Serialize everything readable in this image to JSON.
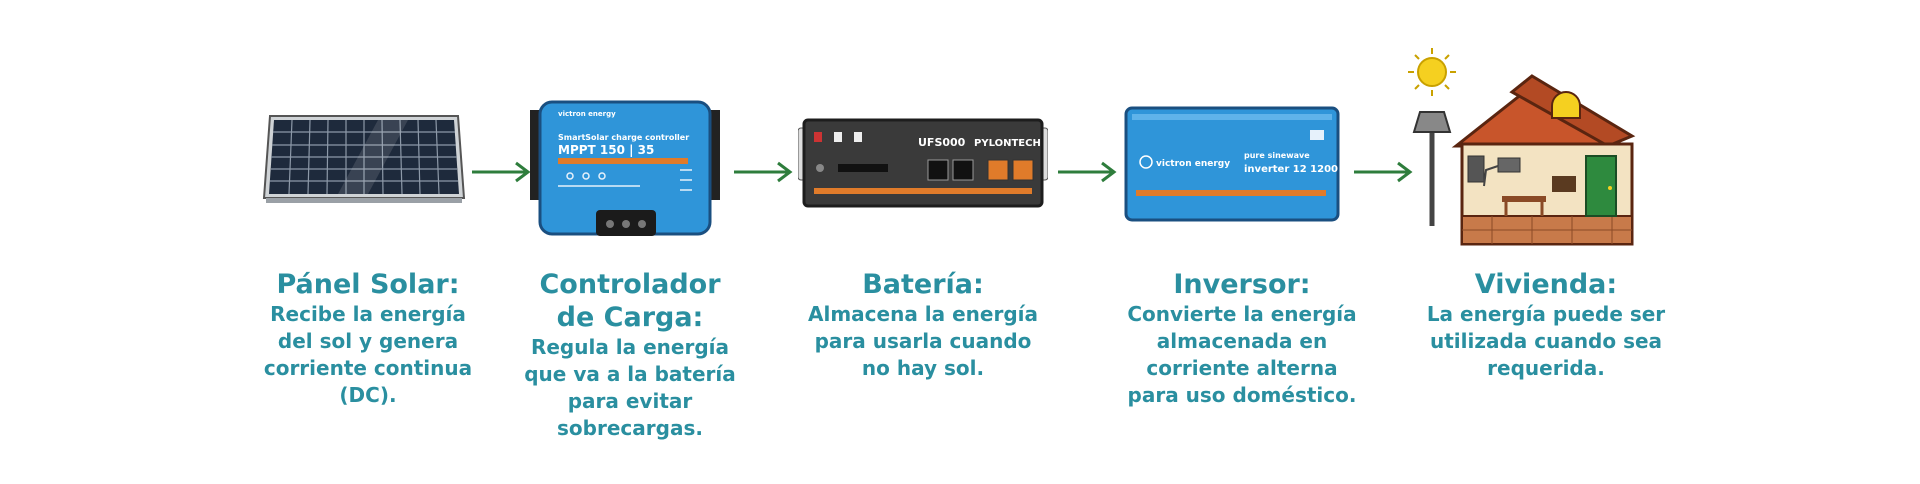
{
  "colors": {
    "caption_text": "#2a8fa0",
    "arrow": "#2e7d3c",
    "device_blue": "#2f95d9",
    "battery_body": "#3a3a3a",
    "accent_orange": "#e07b2a"
  },
  "steps": [
    {
      "title": "Pánel Solar:",
      "description": [
        "Recibe la energía",
        "del sol y genera",
        "corriente continua",
        "(DC)."
      ]
    },
    {
      "title_lines": [
        "Controlador",
        "de Carga:"
      ],
      "description": [
        "Regula la energía",
        "que va a la batería",
        "para evitar",
        "sobrecargas."
      ],
      "device_labels": {
        "brand": "victron energy",
        "model_line1": "SmartSolar charge controller",
        "model_line2": "MPPT 150 | 35"
      }
    },
    {
      "title": "Batería:",
      "description": [
        "Almacena la energía",
        "para usarla cuando",
        "no hay sol."
      ],
      "device_labels": {
        "model": "UFS000",
        "brand": "PYLONTECH"
      }
    },
    {
      "title": "Inversor:",
      "description": [
        "Convierte la energía",
        "almacenada en",
        "corriente alterna",
        "para uso doméstico."
      ],
      "device_labels": {
        "brand": "victron energy",
        "model_line1": "pure sinewave",
        "model_line2": "inverter 12 1200"
      }
    },
    {
      "title": "Vivienda:",
      "description": [
        "La energía puede ser",
        "utilizada cuando sea",
        "requerida."
      ]
    }
  ]
}
